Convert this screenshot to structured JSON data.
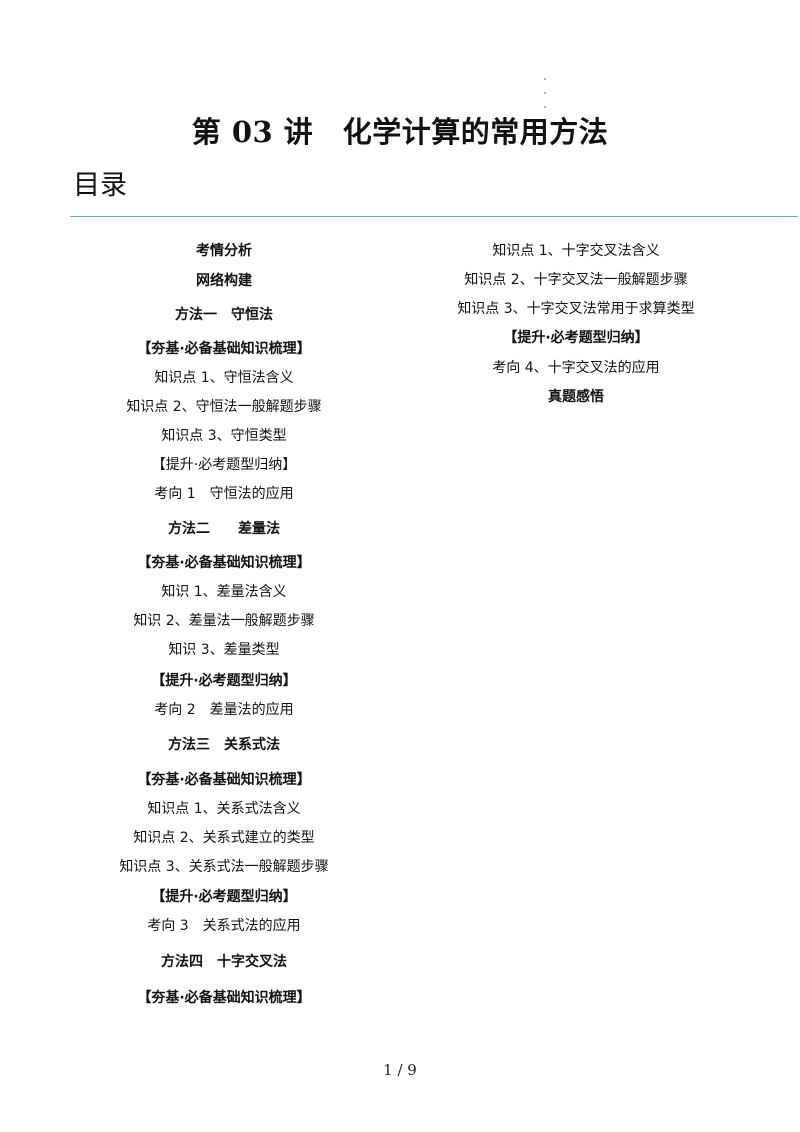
{
  "document": {
    "title": "第 03 讲　化学计算的常用方法",
    "toc_heading": "目录",
    "page_number": "1  /  9"
  },
  "toc": {
    "left": [
      {
        "text": "考情分析",
        "bold": true
      },
      {
        "text": "网络构建",
        "bold": true
      },
      {
        "text": "方法一　守恒法",
        "bold": true
      },
      {
        "text": "【夯基·必备基础知识梳理】",
        "bold": true
      },
      {
        "text": "知识点 1、守恒法含义",
        "bold": false
      },
      {
        "text": "知识点 2、守恒法一般解题步骤",
        "bold": false
      },
      {
        "text": "知识点 3、守恒类型",
        "bold": false
      },
      {
        "text": "【提升·必考题型归纳】",
        "bold": false
      },
      {
        "text": "考向 1　守恒法的应用",
        "bold": false
      },
      {
        "text": "方法二　　差量法",
        "bold": true
      },
      {
        "text": "【夯基·必备基础知识梳理】",
        "bold": true
      },
      {
        "text": "知识 1、差量法含义",
        "bold": false
      },
      {
        "text": "知识 2、差量法一般解题步骤",
        "bold": false
      },
      {
        "text": "知识 3、差量类型",
        "bold": false
      },
      {
        "text": "【提升·必考题型归纳】",
        "bold": true
      },
      {
        "text": "考向 2　差量法的应用",
        "bold": false
      },
      {
        "text": "方法三　关系式法",
        "bold": true
      },
      {
        "text": "【夯基·必备基础知识梳理】",
        "bold": true
      },
      {
        "text": "知识点 1、关系式法含义",
        "bold": false
      },
      {
        "text": "知识点 2、关系式建立的类型",
        "bold": false
      },
      {
        "text": "知识点 3、关系式法一般解题步骤",
        "bold": false
      },
      {
        "text": "【提升·必考题型归纳】",
        "bold": true
      },
      {
        "text": "考向 3　关系式法的应用",
        "bold": false
      },
      {
        "text": "方法四　十字交叉法",
        "bold": true
      },
      {
        "text": "【夯基·必备基础知识梳理】",
        "bold": true
      }
    ],
    "right": [
      {
        "text": "知识点 1、十字交叉法含义",
        "bold": false
      },
      {
        "text": "知识点 2、十字交叉法一般解题步骤",
        "bold": false
      },
      {
        "text": "知识点 3、十字交叉法常用于求算类型",
        "bold": false
      },
      {
        "text": "【提升·必考题型归纳】",
        "bold": true
      },
      {
        "text": "考向 4、十字交叉法的应用",
        "bold": false
      },
      {
        "text": "真题感悟",
        "bold": true
      }
    ]
  }
}
